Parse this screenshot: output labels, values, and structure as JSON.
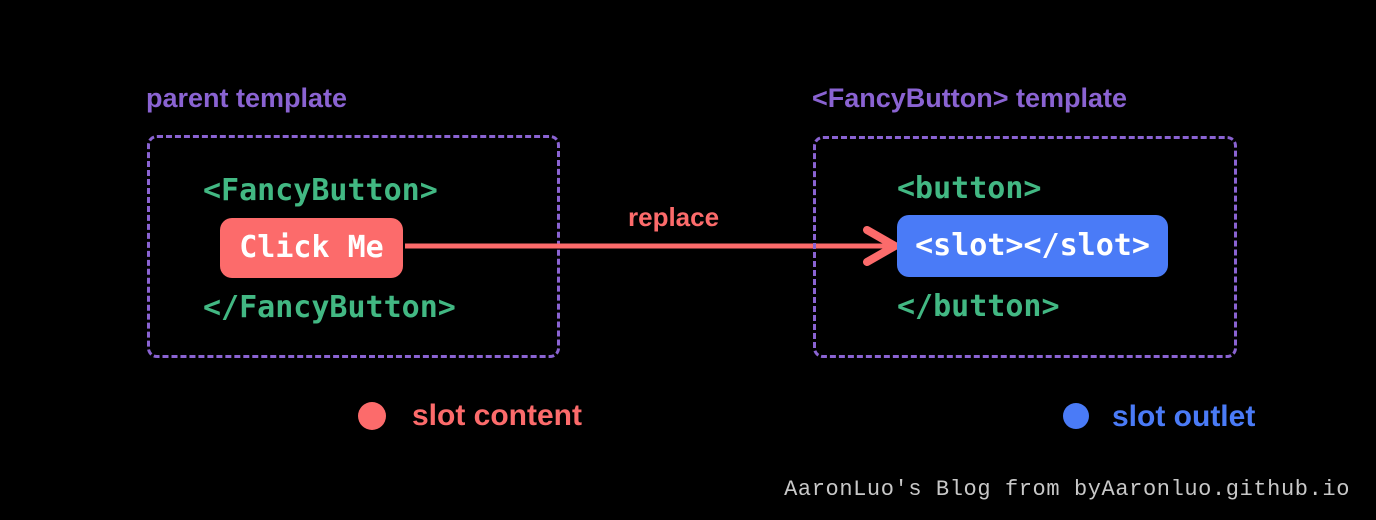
{
  "diagram": {
    "parent": {
      "title": "parent template",
      "open_tag": "<FancyButton>",
      "slot_content": "Click Me",
      "close_tag": "</FancyButton>"
    },
    "arrow_label": "replace",
    "fancy_button": {
      "title": "<FancyButton> template",
      "open_tag": "<button>",
      "slot_outlet": "<slot></slot>",
      "close_tag": "</button>"
    }
  },
  "legend": {
    "slot_content_label": "slot content",
    "slot_outlet_label": "slot outlet"
  },
  "watermark": "AaronLuo's Blog from byAaronluo.github.io",
  "colors": {
    "background": "#000000",
    "purple": "#8a63d2",
    "green": "#42b883",
    "red": "#fc6b6b",
    "blue": "#4a7bf7",
    "white": "#ffffff",
    "watermark_gray": "#c8c8c8"
  }
}
